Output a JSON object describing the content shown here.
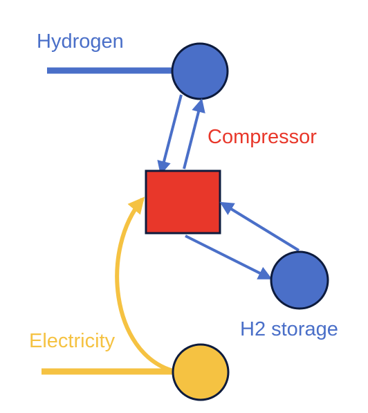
{
  "labels": {
    "hydrogen": "Hydrogen",
    "compressor": "Compressor",
    "h2_storage": "H2 storage",
    "electricity": "Electricity"
  },
  "colors": {
    "hydrogen": "#4a6fc8",
    "compressor": "#e8372a",
    "storage": "#4a6fc8",
    "electricity": "#f5c242",
    "outline": "#0d1b3d",
    "text_blue": "#4a6fc8",
    "text_red": "#e8372a",
    "text_yellow": "#f5c242"
  }
}
